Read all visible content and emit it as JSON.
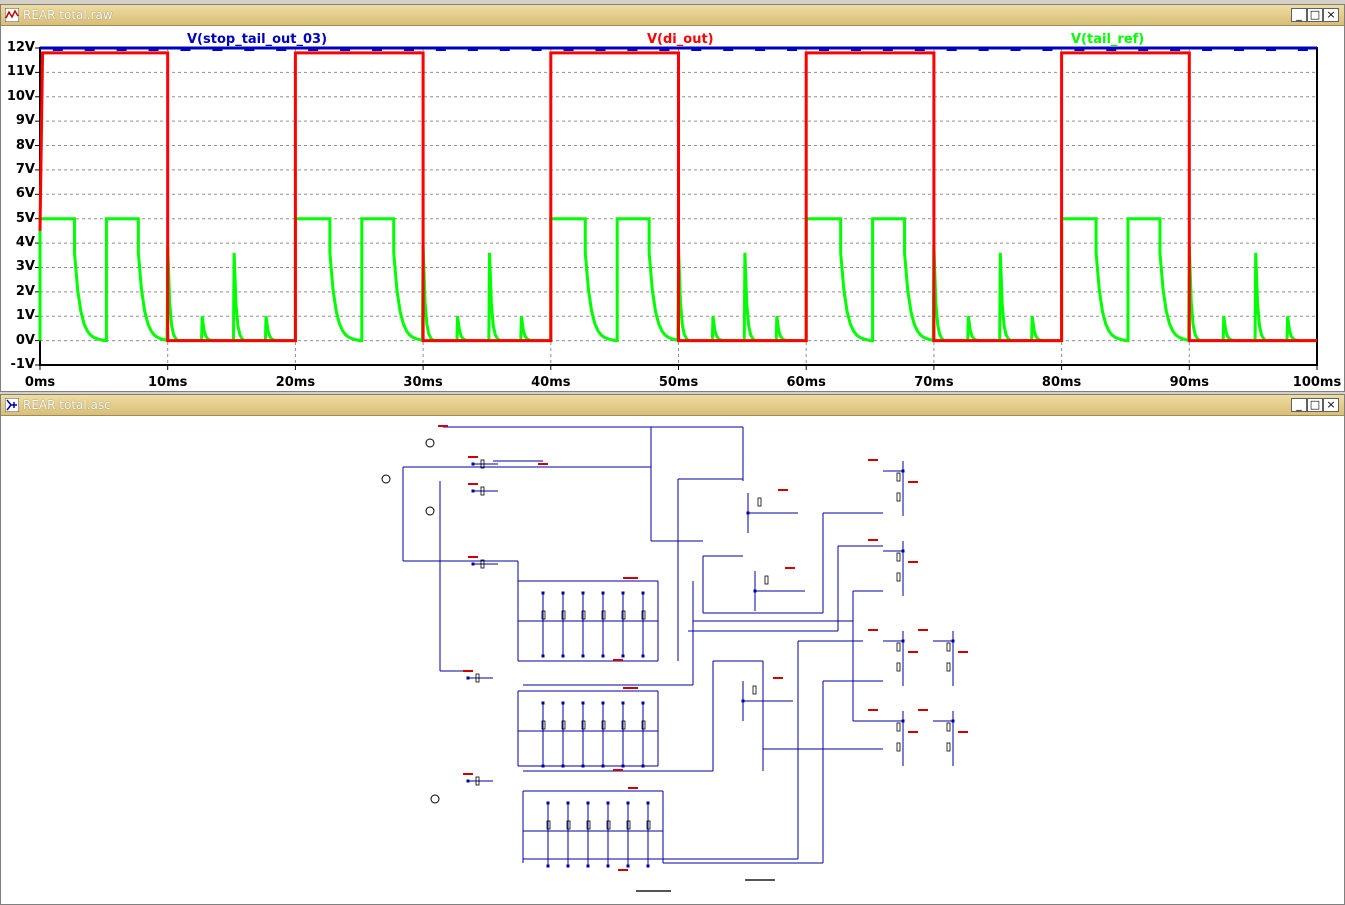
{
  "waveform_window": {
    "title": "REAR total.raw",
    "controls": {
      "minimize": "_",
      "maximize": "□",
      "close": "×"
    }
  },
  "schematic_window": {
    "title": "REAR total.asc",
    "controls": {
      "minimize": "_",
      "maximize": "□",
      "close": "×"
    }
  },
  "colors": {
    "stop_tail_out_03": "#0000c0",
    "di_out": "#ff0000",
    "tail_ref": "#00ff00",
    "title_bar": "#d8bf78"
  },
  "chart_data": {
    "type": "line",
    "series": [
      {
        "name": "V(stop_tail_out_03)",
        "color": "#0000c0",
        "description_values_V": "≈12 constant",
        "x": [
          0,
          100
        ],
        "y": [
          12,
          12
        ]
      },
      {
        "name": "V(di_out)",
        "color": "#ff0000",
        "x": [
          0,
          0.2,
          10,
          10,
          20,
          20,
          30,
          30,
          40,
          40,
          50,
          50,
          60,
          60,
          70,
          70,
          80,
          80,
          90,
          90,
          100
        ],
        "y": [
          4.5,
          11.8,
          11.8,
          0,
          0,
          11.8,
          11.8,
          0,
          0,
          11.8,
          11.8,
          0,
          0,
          11.8,
          11.8,
          0,
          0,
          11.8,
          11.8,
          0,
          0
        ]
      },
      {
        "name": "V(tail_ref)",
        "color": "#00ff00",
        "x_pulses_ms": [
          [
            0,
            2.7
          ],
          [
            5.2,
            7.7
          ],
          [
            20,
            22.7
          ],
          [
            25.2,
            27.7
          ],
          [
            40,
            42.7
          ],
          [
            45.2,
            47.7
          ],
          [
            60,
            62.7
          ],
          [
            65.2,
            67.7
          ],
          [
            80,
            82.7
          ],
          [
            85.2,
            87.7
          ]
        ],
        "pulse_high": 5,
        "pulse_low": 0,
        "spikes": [
          [
            10,
            3.9
          ],
          [
            12.7,
            1.0
          ],
          [
            15.2,
            3.6
          ],
          [
            17.7,
            1.0
          ],
          [
            30,
            3.9
          ],
          [
            32.7,
            1.0
          ],
          [
            35.2,
            3.6
          ],
          [
            37.7,
            1.0
          ],
          [
            50,
            3.9
          ],
          [
            52.7,
            1.0
          ],
          [
            55.2,
            3.6
          ],
          [
            57.7,
            1.0
          ],
          [
            70,
            3.9
          ],
          [
            72.7,
            1.0
          ],
          [
            75.2,
            3.6
          ],
          [
            77.7,
            1.0
          ],
          [
            90,
            3.9
          ],
          [
            92.7,
            1.0
          ],
          [
            95.2,
            3.6
          ],
          [
            97.7,
            1.0
          ]
        ]
      }
    ],
    "y_ticks": [
      "12V",
      "11V",
      "10V",
      "9V",
      "8V",
      "7V",
      "6V",
      "5V",
      "4V",
      "3V",
      "2V",
      "1V",
      "0V",
      "-1V"
    ],
    "x_ticks": [
      "0ms",
      "10ms",
      "20ms",
      "30ms",
      "40ms",
      "50ms",
      "60ms",
      "70ms",
      "80ms",
      "90ms",
      "100ms"
    ],
    "xlim": [
      0,
      100
    ],
    "ylim": [
      -1,
      12
    ],
    "grid": true
  }
}
